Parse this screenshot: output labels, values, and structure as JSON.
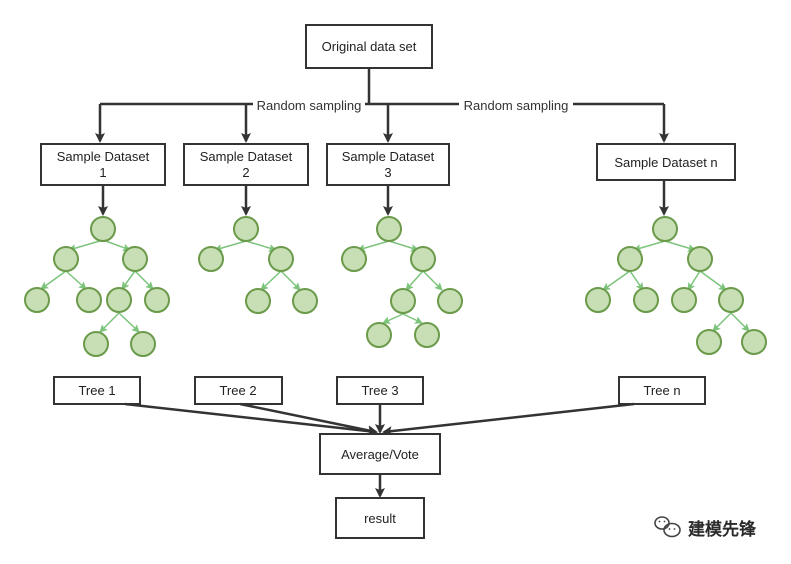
{
  "root": {
    "label": "Original data set"
  },
  "edge_labels": [
    "Random sampling",
    "Random sampling"
  ],
  "samples": [
    {
      "line1": "Sample Dataset",
      "line2": "1"
    },
    {
      "line1": "Sample Dataset",
      "line2": "2"
    },
    {
      "line1": "Sample Dataset",
      "line2": "3"
    },
    {
      "line1": "Sample Dataset n",
      "line2": ""
    }
  ],
  "trees": [
    "Tree 1",
    "Tree 2",
    "Tree 3",
    "Tree n"
  ],
  "aggregate": {
    "label": "Average/Vote"
  },
  "result": {
    "label": "result"
  },
  "watermark": {
    "text": "建模先锋",
    "icon": "wechat-icon"
  },
  "colors": {
    "node_fill": "#c8dfb5",
    "node_stroke": "#6a9a4a",
    "tree_edge": "#7cc47c",
    "line": "#333333"
  }
}
